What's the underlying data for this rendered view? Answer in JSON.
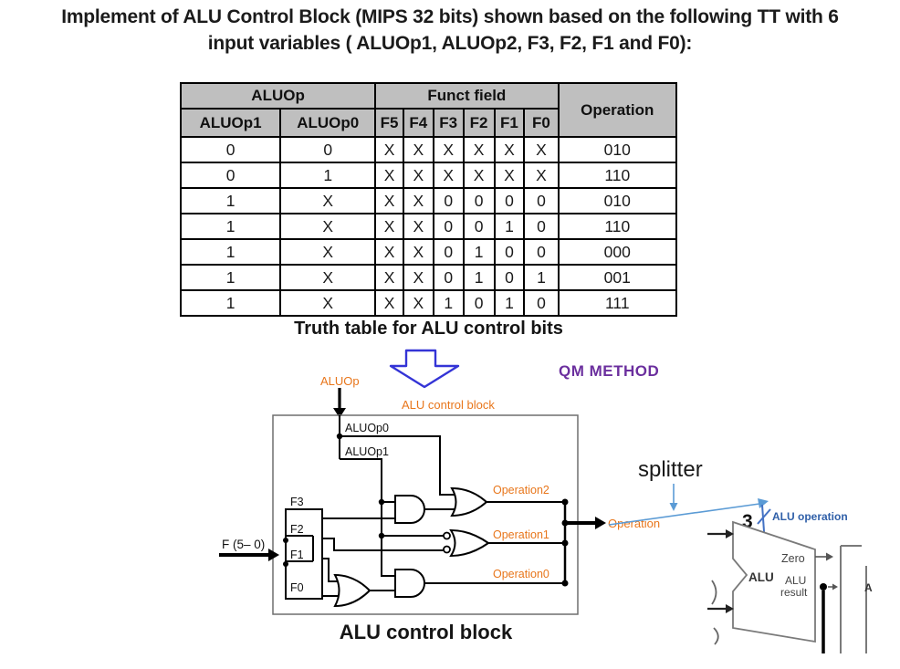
{
  "title": {
    "line1": "Implement of ALU Control Block (MIPS 32 bits) shown based on the following TT with 6",
    "line2": "input variables ( ALUOp1, ALUOp2, F3, F2, F1 and F0):"
  },
  "truth_table": {
    "group_headers": [
      "ALUOp",
      "Funct field",
      "Operation"
    ],
    "col_headers": [
      "ALUOp1",
      "ALUOp0",
      "F5",
      "F4",
      "F3",
      "F2",
      "F1",
      "F0"
    ],
    "rows": [
      [
        "0",
        "0",
        "X",
        "X",
        "X",
        "X",
        "X",
        "X",
        "010"
      ],
      [
        "0",
        "1",
        "X",
        "X",
        "X",
        "X",
        "X",
        "X",
        "110"
      ],
      [
        "1",
        "X",
        "X",
        "X",
        "0",
        "0",
        "0",
        "0",
        "010"
      ],
      [
        "1",
        "X",
        "X",
        "X",
        "0",
        "0",
        "1",
        "0",
        "110"
      ],
      [
        "1",
        "X",
        "X",
        "X",
        "0",
        "1",
        "0",
        "0",
        "000"
      ],
      [
        "1",
        "X",
        "X",
        "X",
        "0",
        "1",
        "0",
        "1",
        "001"
      ],
      [
        "1",
        "X",
        "X",
        "X",
        "1",
        "0",
        "1",
        "0",
        "111"
      ]
    ],
    "caption": "Truth table for ALU control bits"
  },
  "method_label": "QM METHOD",
  "diagram": {
    "aluop_label": "ALUOp",
    "block_title": "ALU control block",
    "aluop0_label": "ALUOp0",
    "aluop1_label": "ALUOp1",
    "f_input_label": "F (5– 0)",
    "f3_label": "F3",
    "f2_label": "F2",
    "f1_label": "F1",
    "f0_label": "F0",
    "operation2_label": "Operation2",
    "operation1_label": "Operation1",
    "operation0_label": "Operation0",
    "operation_label": "Operation",
    "splitter_label": "splitter",
    "bus_width_label": "3",
    "alu_operation_label": "ALU operation",
    "caption": "ALU control block",
    "alu_unit": {
      "label": "ALU",
      "zero_label": "Zero",
      "result_line1": "ALU",
      "result_line2": "result",
      "a_label": "A"
    }
  },
  "colors": {
    "label_orange": "#E8761B",
    "method_purple": "#6B2F9E",
    "block_arrow_blue": "#3434D6",
    "splitter_blue": "#5B9BD5",
    "alu_operation_blue": "#2F5FA8",
    "table_header_gray": "#BFBFBF",
    "datapath_gray": "#7A7A7A"
  }
}
